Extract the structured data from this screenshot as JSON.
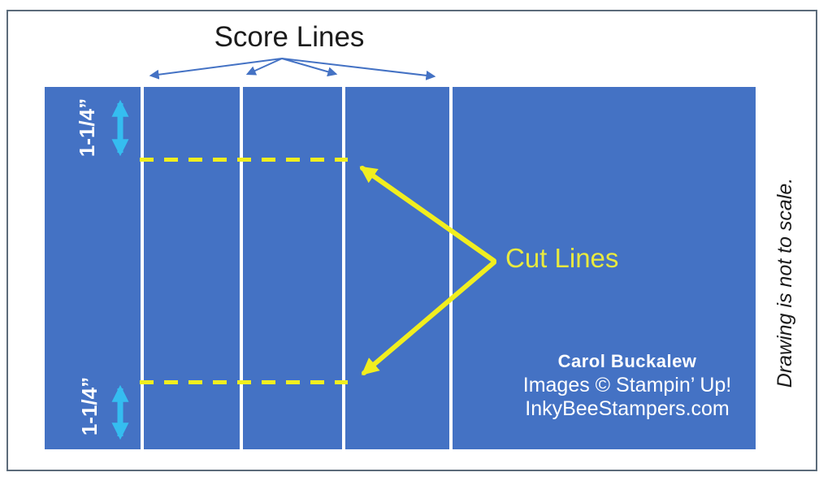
{
  "labels": {
    "score_lines": "Score Lines",
    "cut_lines": "Cut Lines",
    "measurement_top": "1-1/4”",
    "measurement_bottom": "1-1/4”",
    "not_to_scale": "Drawing is not to scale."
  },
  "credits": {
    "author": "Carol Buckalew",
    "copyright_line": "Images © Stampin’ Up!",
    "website": "InkyBeeStampers.com"
  },
  "colors": {
    "panel_blue": "#4472c4",
    "score_line_white": "#ffffff",
    "cut_yellow": "#f1ee1f",
    "cut_text_yellow": "#e9ea3e",
    "measure_cyan": "#35bdf0",
    "arrow_blue": "#4472c4",
    "frame_border": "#5c6b7a",
    "text_black": "#1b1b1b",
    "text_white": "#ffffff"
  },
  "diagram": {
    "score_line_count": 4,
    "cut_line_count": 2,
    "cut_line_style": "dashed"
  }
}
